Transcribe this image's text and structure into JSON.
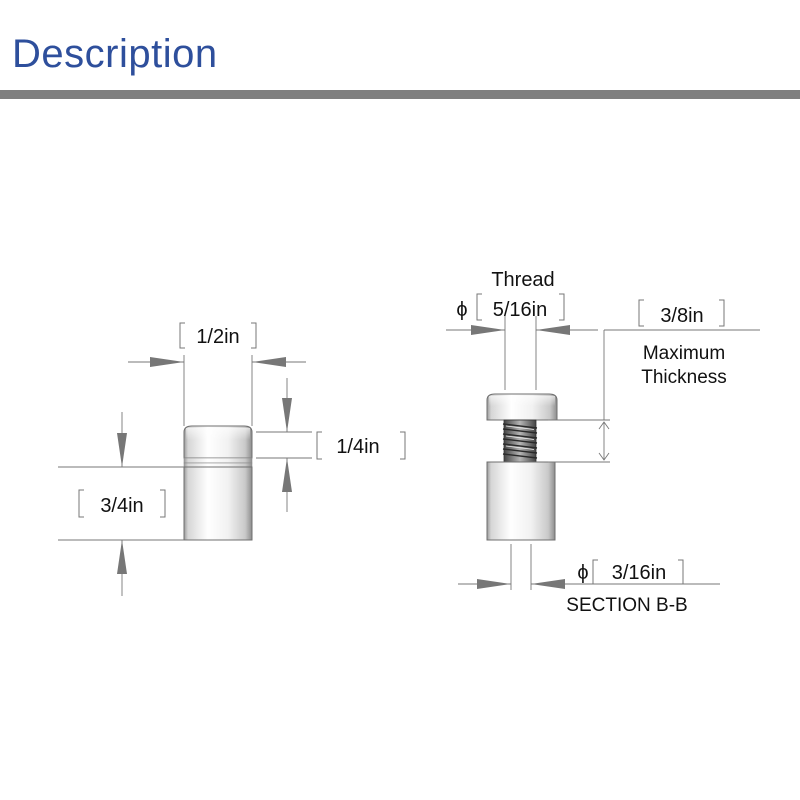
{
  "header": {
    "title": "Description"
  },
  "left_view": {
    "width_label": "1/2in",
    "head_height_label": "1/4in",
    "body_height_label": "3/4in"
  },
  "right_view": {
    "thread_title": "Thread",
    "thread_label": "5/16in",
    "thickness_label": "3/8in",
    "thickness_caption_line1": "Maximum",
    "thickness_caption_line2": "Thickness",
    "hole_label": "3/16in",
    "section_label": "SECTION B-B",
    "diameter_symbol": "ϕ"
  },
  "colors": {
    "title": "#2e4f9c",
    "bar": "#7f7f7f",
    "dimension_lines": "#777777"
  }
}
